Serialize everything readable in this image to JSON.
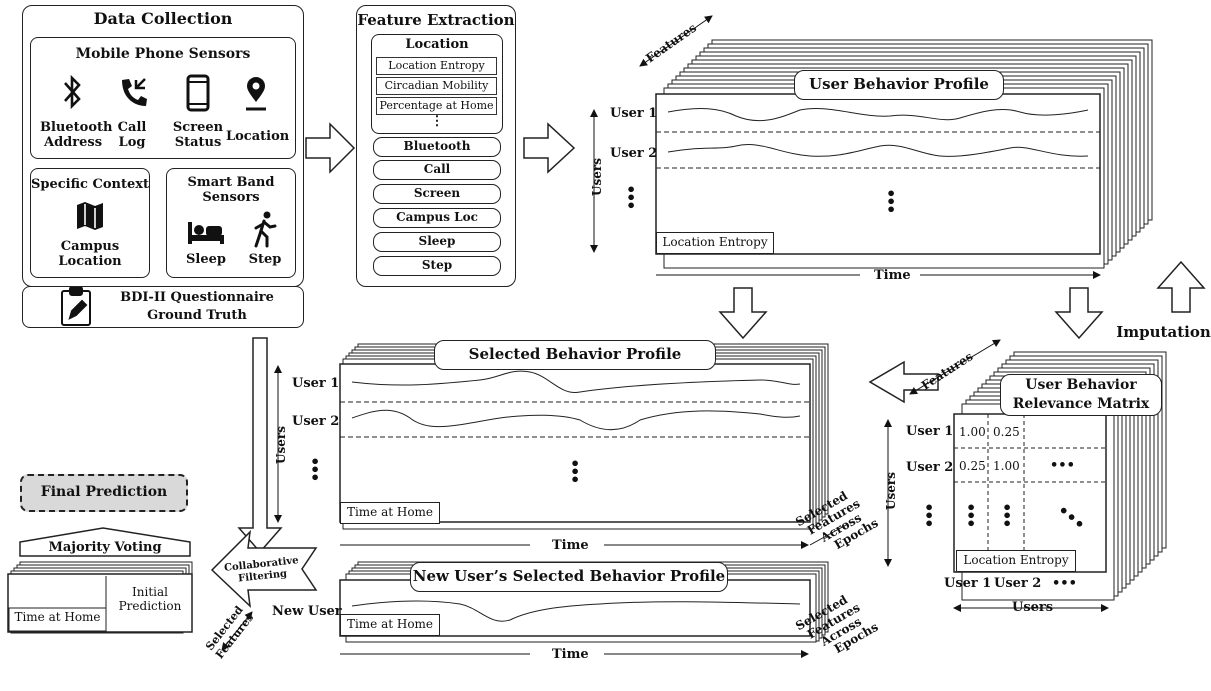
{
  "data_collection": {
    "title": "Data Collection",
    "mobile": {
      "title": "Mobile Phone Sensors",
      "items": [
        {
          "line1": "Bluetooth",
          "line2": "Address",
          "icon": "bluetooth-icon"
        },
        {
          "line1": "Call",
          "line2": "Log",
          "icon": "phone-icon"
        },
        {
          "line1": "Screen",
          "line2": "Status",
          "icon": "smartphone-icon"
        },
        {
          "line1": "Location",
          "line2": "",
          "icon": "location-pin-icon"
        }
      ]
    },
    "context": {
      "title": "Specific Context",
      "line1": "Campus",
      "line2": "Location",
      "icon": "map-icon"
    },
    "band": {
      "title1": "Smart Band",
      "title2": "Sensors",
      "items": [
        {
          "label": "Sleep",
          "icon": "bed-icon"
        },
        {
          "label": "Step",
          "icon": "walking-icon"
        }
      ]
    },
    "questionnaire": {
      "line1": "BDI-II Questionnaire",
      "line2": "Ground Truth",
      "icon": "clipboard-icon"
    }
  },
  "feature_extraction": {
    "title": "Feature Extraction",
    "location": {
      "title": "Location",
      "subs": [
        "Location Entropy",
        "Circadian Mobility",
        "Percentage at Home"
      ],
      "more": "⋮"
    },
    "items": [
      "Bluetooth",
      "Call",
      "Screen",
      "Campus Loc",
      "Sleep",
      "Step"
    ]
  },
  "user_profile": {
    "title": "User Behavior Profile",
    "features": "Features",
    "users_axis": "Users",
    "rows": [
      "User 1",
      "User 2"
    ],
    "tag": "Location Entropy",
    "time": "Time"
  },
  "imputation": "Imputation",
  "relevance": {
    "title1": "User Behavior",
    "title2": "Relevance Matrix",
    "features": "Features",
    "users_axis": "Users",
    "rows": [
      "User 1",
      "User 2"
    ],
    "cells": [
      "1.00",
      "0.25",
      "0.25",
      "1.00"
    ],
    "cols": [
      "User 1",
      "User 2"
    ],
    "tag": "Location Entropy",
    "bottom_users": "Users",
    "ellipsis": "•••"
  },
  "selected_profile": {
    "title": "Selected Behavior Profile",
    "users_axis": "Users",
    "rows": [
      "User 1",
      "User 2"
    ],
    "tag": "Time at Home",
    "time": "Time",
    "side": [
      "Selected",
      "Features",
      "Across",
      "Epochs"
    ]
  },
  "new_profile": {
    "title": "New User’s Selected Behavior Profile",
    "row": "New User",
    "tag": "Time at Home",
    "time": "Time",
    "side": [
      "Selected",
      "Features",
      "Across",
      "Epochs"
    ]
  },
  "collab": {
    "line1": "Collaborative",
    "line2": "Filtering"
  },
  "final": {
    "title": "Final Prediction",
    "voting": "Majority Voting",
    "tag": "Time at Home",
    "initial1": "Initial",
    "initial2": "Prediction",
    "sel1": "Selected",
    "sel2": "Features"
  }
}
